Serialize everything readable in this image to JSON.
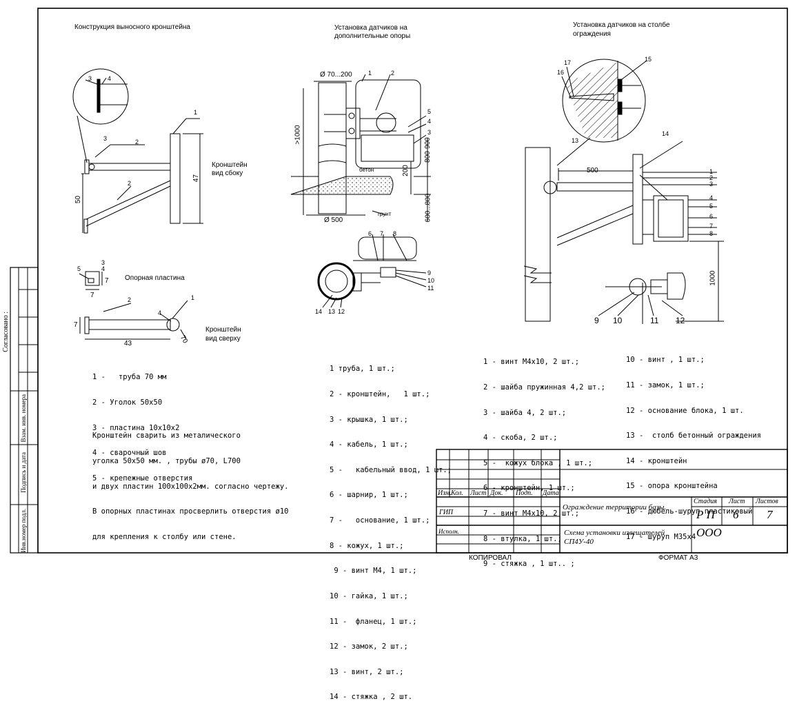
{
  "sections": {
    "bracket_title": "Конструкция выносного кронштейна",
    "extra_pole_title_1": "Установка датчиков на",
    "extra_pole_title_2": "дополнительные опоры",
    "fence_pole_title_1": "Установка датчиков на столбе",
    "fence_pole_title_2": "ограждения"
  },
  "bracket_labels": {
    "side_view_1": "Кронштейн",
    "side_view_2": "вид сбоку",
    "top_view_1": "Кронштейн",
    "top_view_2": "вид сверху",
    "support_plate": "Опорная пластина",
    "dim_47": "47",
    "dim_50": "50",
    "dim_43": "43",
    "dim_7a": "7",
    "dim_7b": "7",
    "dim_7c": "7",
    "dim_70": "70"
  },
  "extra_pole_labels": {
    "dia_top": "Ø 70...200",
    "dia_bottom": "Ø 500",
    "dim_1000": ">1000",
    "dim_800_900": "800-900",
    "dim_200": "200",
    "dim_600_800": "600...800",
    "concrete": "бетон",
    "ground": "грунт"
  },
  "fence_labels": {
    "dim_500": "500",
    "dim_1000": "1000"
  },
  "bracket_legend": [
    "1 -   труба 70 мм",
    "2 - Уголок 50х50",
    "3 - пластина 10х10х2",
    "4 - сварочный шов",
    "5 - крепежные отверстия"
  ],
  "bracket_note": [
    "Кронштейн сварить из металического",
    "уголка 50х50 мм. , трубы ø70, L700",
    "и двух пластин 100х100х2мм. согласно чертежу.",
    "В опорных пластинах просверлить отверстия ø10",
    "для крепления к столбу или стене."
  ],
  "extra_pole_legend": [
    "1 труба, 1 шт.;",
    "2 - кронштейн,   1 шт.;",
    "3 - крышка, 1 шт.;",
    "4 - кабель, 1 шт.;",
    "5 -   кабельный ввод, 1 шт.;",
    "6 - шарнир, 1 шт.;",
    "7 -   основание, 1 шт.;",
    "8 - кожух, 1 шт.;",
    " 9 - винт М4, 1 шт.;",
    "10 - гайка, 1 шт.;",
    "11 -  фланец, 1 шт.;",
    "12 - замок, 2 шт.;",
    "13 - винт, 2 шт.;",
    "14 - стяжка , 2 шт."
  ],
  "fence_legend_left": [
    "1 - винт М4х10, 2 шт.;",
    "2 - шайба пружинная 4,2 шт.;",
    "3 - шайба 4, 2 шт.;",
    "4 - скоба, 2 шт.;",
    "5 -  кожух блока , 1 шт.;",
    "6 - кронштейн, 1 шт.;",
    "7 - винт М4х10, 2 шт.;",
    "8 - втулка, 1 шт.;",
    "9 - стяжка , 1 шт.. ;"
  ],
  "fence_legend_right": [
    "10 - винт , 1 шт.;",
    "11 - замок, 1 шт.;",
    "12 - основание блока, 1 шт.",
    "13 -  столб бетонный ограждения",
    "14 - кронштейн",
    "15 - опора кронштейна",
    "16 - дюбель-шуруп пластиковый",
    "17 - шуруп М35х4"
  ],
  "side_stamp": {
    "agreed": "Согласовано :",
    "replaced": "Взам. инв. номера",
    "sign_date": "Подпись и дата",
    "inv_no": "Инв.номер подл."
  },
  "title_block": {
    "col_change": "Изм.",
    "col_qty": "Кол.",
    "col_sheet": "Лист",
    "col_doc": "Док.",
    "col_sign": "Подп.",
    "col_date": "Дата",
    "gip": "ГИП",
    "executor": "Исполн.",
    "project": "Ограждение территории базы.",
    "drawing": "Схема установки извещателей",
    "drawing_2": "СП4У-40",
    "stage_label": "Стадия",
    "sheet_label": "Лист",
    "sheets_label": "Листов",
    "stage": "Р П",
    "sheet": "6",
    "sheets": "7",
    "org": "ООО"
  },
  "footer": {
    "copied": "КОПИРОВАЛ",
    "format": "ФОРМАТ  А3"
  }
}
